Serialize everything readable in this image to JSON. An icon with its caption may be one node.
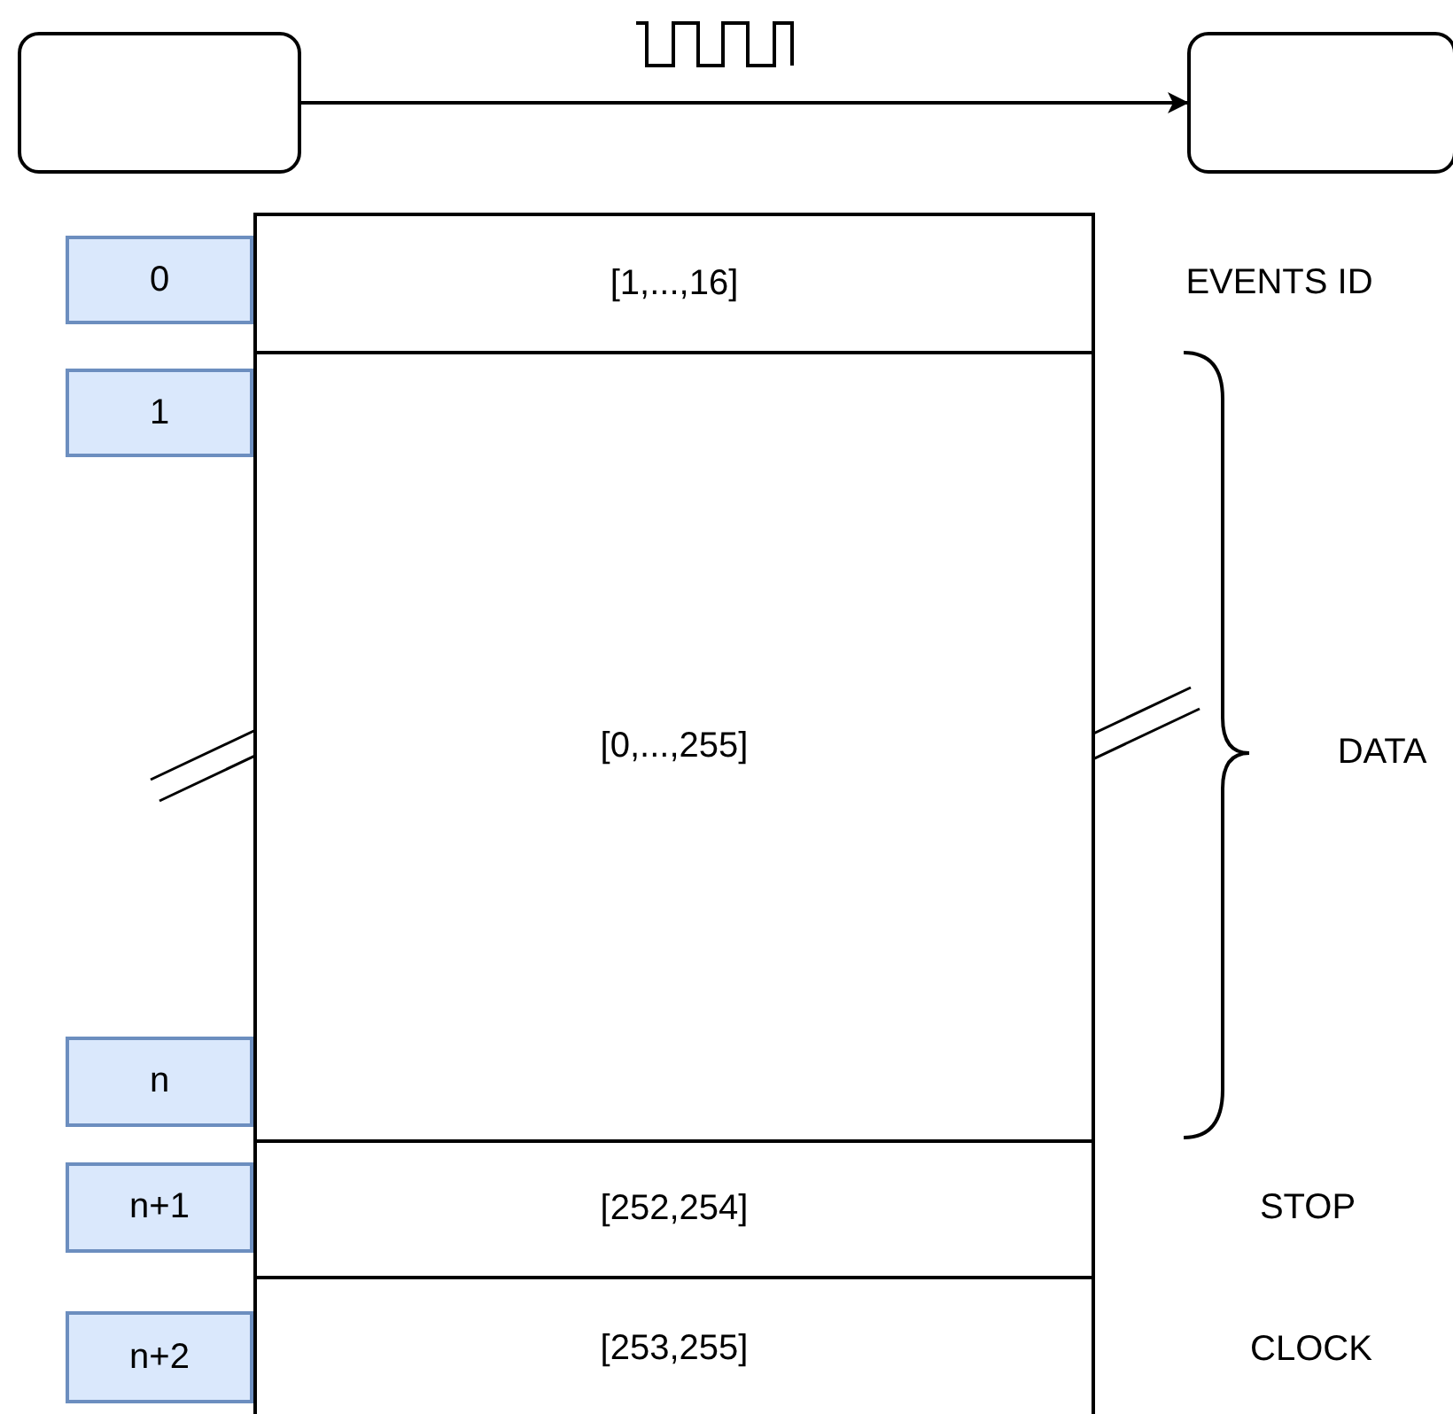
{
  "diagram": {
    "nodes": [
      {
        "text": [],
        "shape": "box"
      },
      {
        "text": [],
        "shape": "box"
      },
      {
        "text": [
          "[1,...,16]"
        ]
      },
      {
        "text": [
          "[0,...,255]"
        ]
      },
      {
        "text": [
          "[252,254]"
        ]
      },
      {
        "text": [
          "[253,255]"
        ]
      },
      {
        "text": [
          "0"
        ]
      },
      {
        "text": [
          "1"
        ]
      },
      {
        "text": [
          "n"
        ]
      },
      {
        "text": [
          "n+1"
        ]
      },
      {
        "text": [
          "n+2"
        ]
      }
    ],
    "edges": [
      {
        "from": 0,
        "to": 1,
        "arrow": "to"
      }
    ],
    "labels": [
      "EVENTS ID",
      "DATA",
      "STOP",
      "CLOCK"
    ]
  }
}
